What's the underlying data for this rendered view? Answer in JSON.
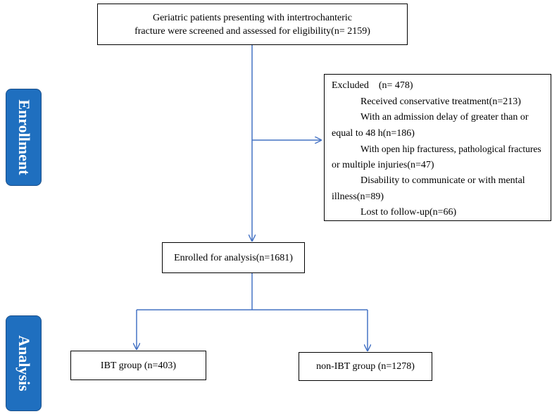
{
  "side_labels": {
    "enrollment": "Enrollment",
    "analysis": "Analysis"
  },
  "boxes": {
    "screening": {
      "line1": "Geriatric patients presenting with intertrochanteric",
      "line2": "fracture were screened and assessed for eligibility(n= 2159)"
    },
    "excluded": {
      "title": "Excluded    (n= 478)",
      "lines": [
        "Received conservative treatment(n=213)",
        "With an admission delay of greater than or",
        "equal to 48 h(n=186)",
        "With open hip fracturess, pathological fractures",
        "or multiple injuries(n=47)",
        "Disability to communicate or with mental",
        "illness(n=89)",
        "Lost to follow-up(n=66)"
      ]
    },
    "enrolled": "Enrolled for analysis(n=1681)",
    "ibt": "IBT group (n=403)",
    "non_ibt": "non-IBT group (n=1278)"
  },
  "colors": {
    "arrow": "#4472c4",
    "side_fill": "#1f6fbf",
    "side_text": "#ffffff"
  }
}
